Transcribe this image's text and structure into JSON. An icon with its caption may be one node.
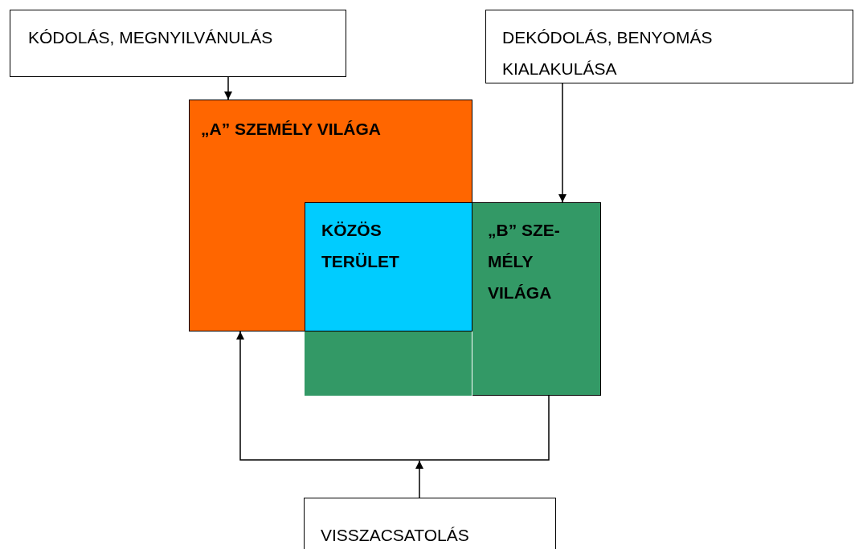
{
  "diagram": {
    "nodes": [
      {
        "text": [
          "KÓDOLÁS, MEGNYILVÁNULÁS"
        ]
      },
      {
        "text": [
          "DEKÓDOLÁS, BENYOMÁS KIALAKULÁSA"
        ]
      },
      {
        "text": [
          "„A” SZEMÉLY VILÁGA"
        ]
      },
      {
        "text": [
          "KÖZÖS TERÜLET"
        ],
        "in": 2
      },
      {
        "text": [
          "„B” SZE-MÉLY VILÁGA"
        ]
      },
      {
        "text": [],
        "shape": "box"
      },
      {
        "text": [
          "VISSZACSATOLÁS"
        ]
      }
    ],
    "edges": [
      {
        "from": 0,
        "to": 2,
        "arrow": "to"
      },
      {
        "from": 1,
        "to": 4,
        "arrow": "to"
      },
      {
        "from": 4,
        "to": 2,
        "arrow": "to"
      },
      {
        "from": 6,
        "to": null,
        "arrow": "to"
      }
    ]
  }
}
